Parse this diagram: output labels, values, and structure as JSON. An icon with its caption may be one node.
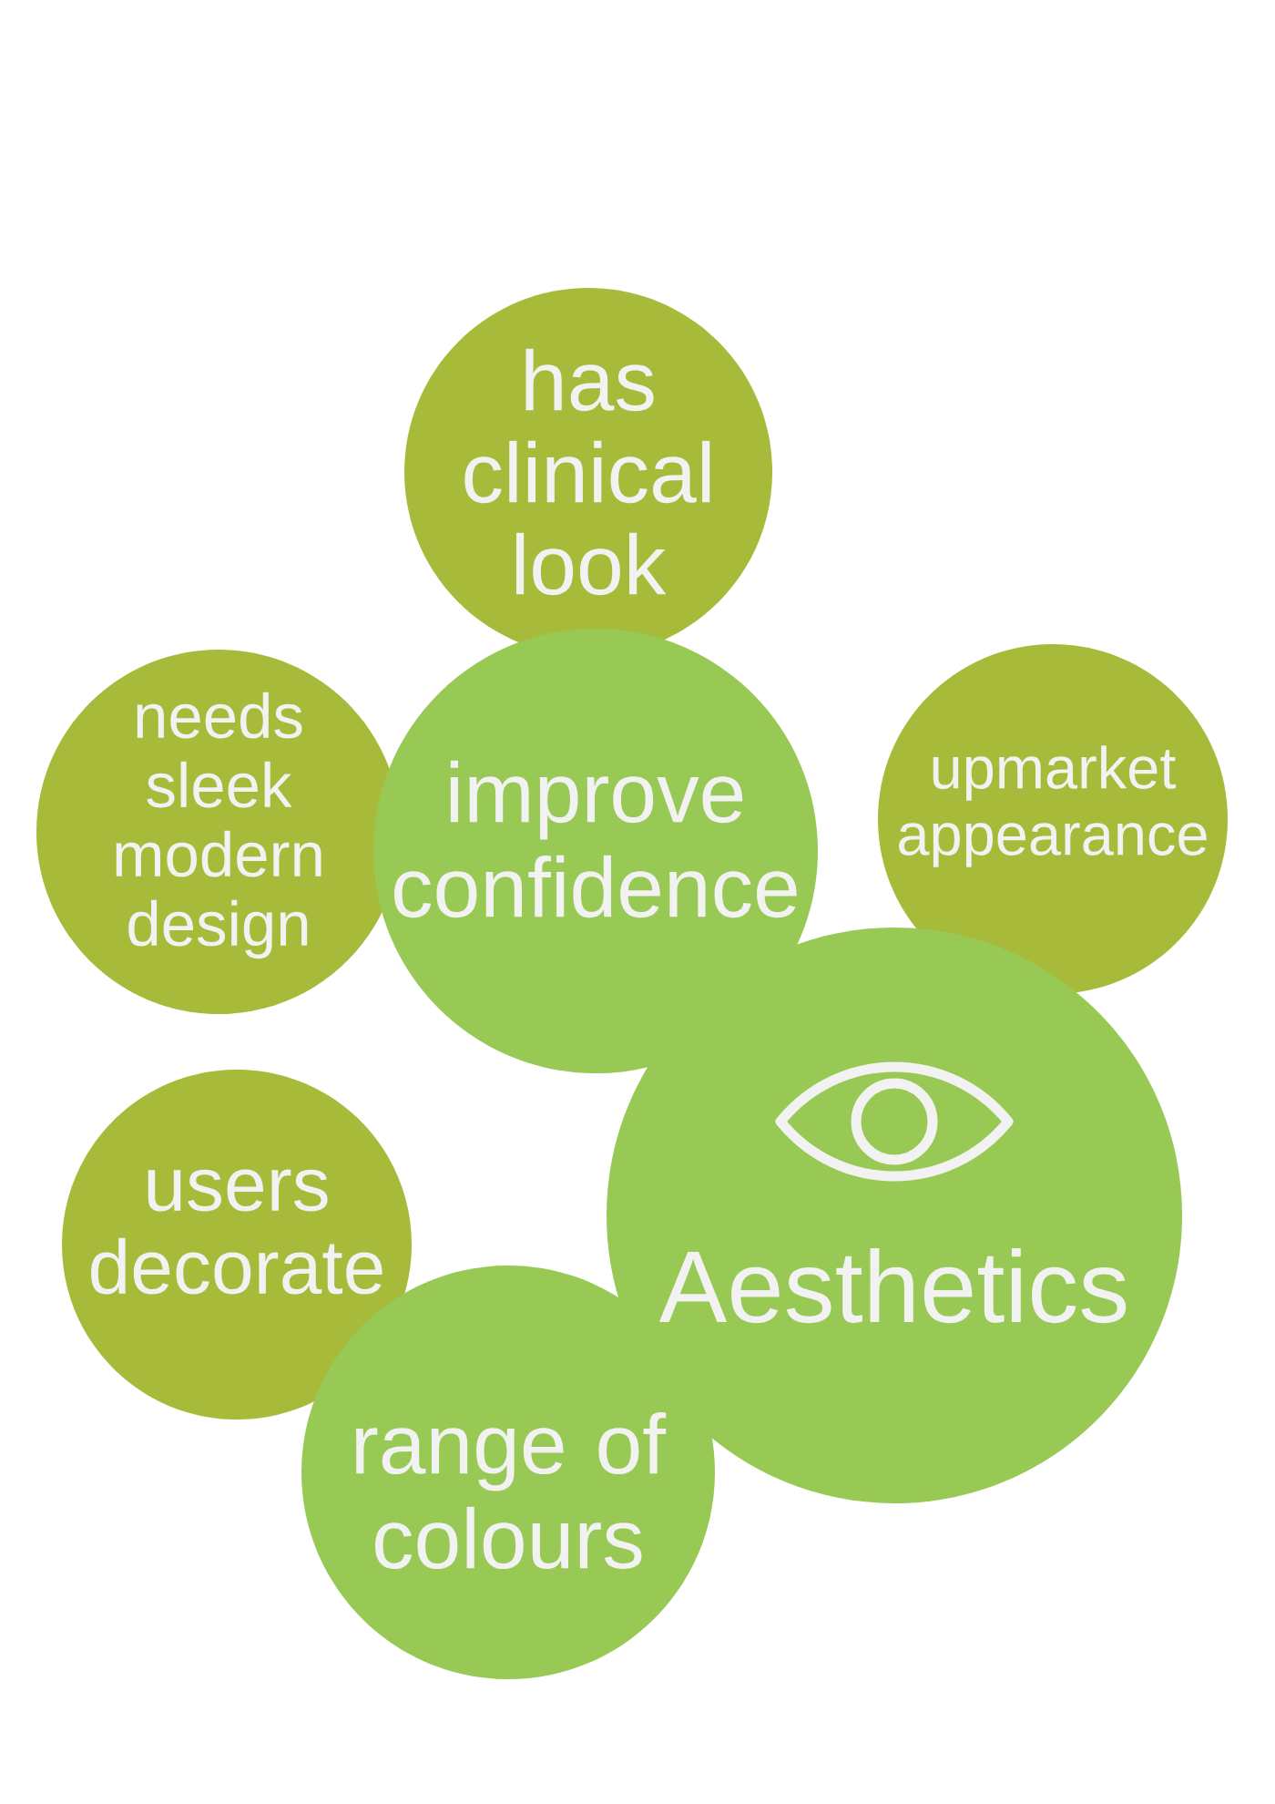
{
  "diagram": {
    "nodes": [
      {
        "text": [
          "has clinical look"
        ]
      },
      {
        "text": [
          "needs sleek modern design"
        ]
      },
      {
        "text": [
          "improve confidence"
        ]
      },
      {
        "text": [
          "upmarket appearance"
        ]
      },
      {
        "text": [
          "Aesthetics"
        ]
      },
      {
        "text": [
          "users decorate"
        ]
      },
      {
        "text": [
          "range of colours"
        ]
      }
    ]
  }
}
